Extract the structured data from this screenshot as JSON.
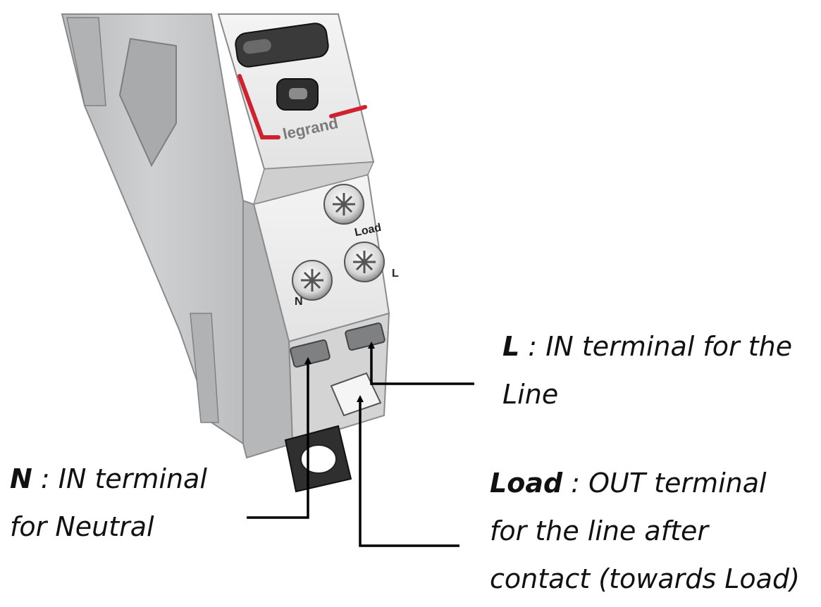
{
  "device": {
    "brand": "legrand",
    "terminal_labels": {
      "load": "Load",
      "line": "L",
      "neutral": "N"
    }
  },
  "callouts": {
    "line": {
      "term": "L",
      "separator": " :",
      "line1": " IN terminal for the",
      "line2": "Line"
    },
    "neutral": {
      "term": "N",
      "separator": " :",
      "line1": " IN terminal",
      "line2": "for Neutral"
    },
    "load": {
      "term": "Load",
      "separator": " :",
      "line1": " OUT terminal",
      "line2": "for the line after",
      "line3": "contact (towards Load)"
    }
  },
  "colors": {
    "accent_red": "#d0212f",
    "housing": "#c8c9cb",
    "housing_light": "#e9e9ea",
    "housing_dark": "#9a9b9d",
    "arrow": "#000000"
  }
}
